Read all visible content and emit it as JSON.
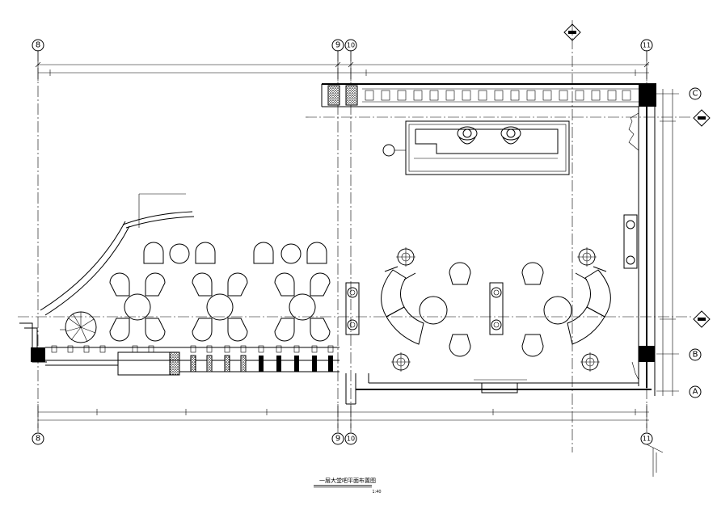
{
  "drawing": {
    "grid_labels": {
      "g8": "8",
      "g9": "9",
      "g10": "10",
      "g11": "11",
      "gC": "C",
      "gB": "B",
      "gA": "A"
    },
    "title": "一层大堂吧平面布置图",
    "scale": "1:40"
  },
  "colors": {
    "line": "#000000",
    "background": "#ffffff"
  }
}
